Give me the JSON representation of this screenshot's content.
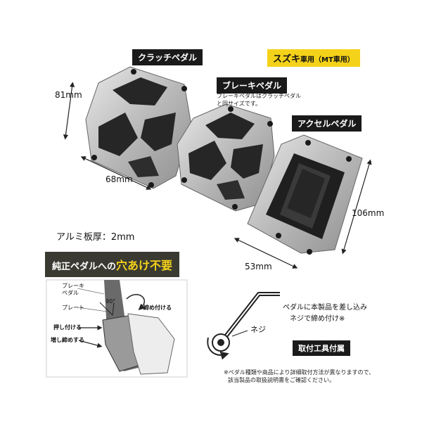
{
  "labels": {
    "clutch": "クラッチペダル",
    "brake": "ブレーキペダル",
    "accel": "アクセルペダル",
    "suzuki_main": "スズキ",
    "suzuki_sub": "車用（MT車用）",
    "brake_note_line1": "ブレーキペダルはクラッチペダル",
    "brake_note_line2": "と同サイズです。"
  },
  "dimensions": {
    "clutch_height": "81mm",
    "clutch_width": "68mm",
    "accel_height": "106mm",
    "accel_width": "53mm",
    "thickness": "アルミ板厚：2mm"
  },
  "banner": {
    "prefix": "純正ペダルへの",
    "highlight": "穴あけ不要"
  },
  "diagram": {
    "brake_pedal": "ブレーキ\nペダル",
    "angle": "90°",
    "plate": "プレート",
    "tighten": "締め付ける",
    "press": "押し付ける",
    "retighten": "増し締めする",
    "screw": "ネジ"
  },
  "instructions": {
    "line1": "ペダルに本製品を差し込み",
    "line2": "ネジで締め付け※"
  },
  "tool_label": "取付工具付属",
  "footnote": {
    "line1": "※ペダル種類や商品により詳細取付方法が異なりますので、",
    "line2": "該当製品の取扱説明書をご確認ください。"
  }
}
